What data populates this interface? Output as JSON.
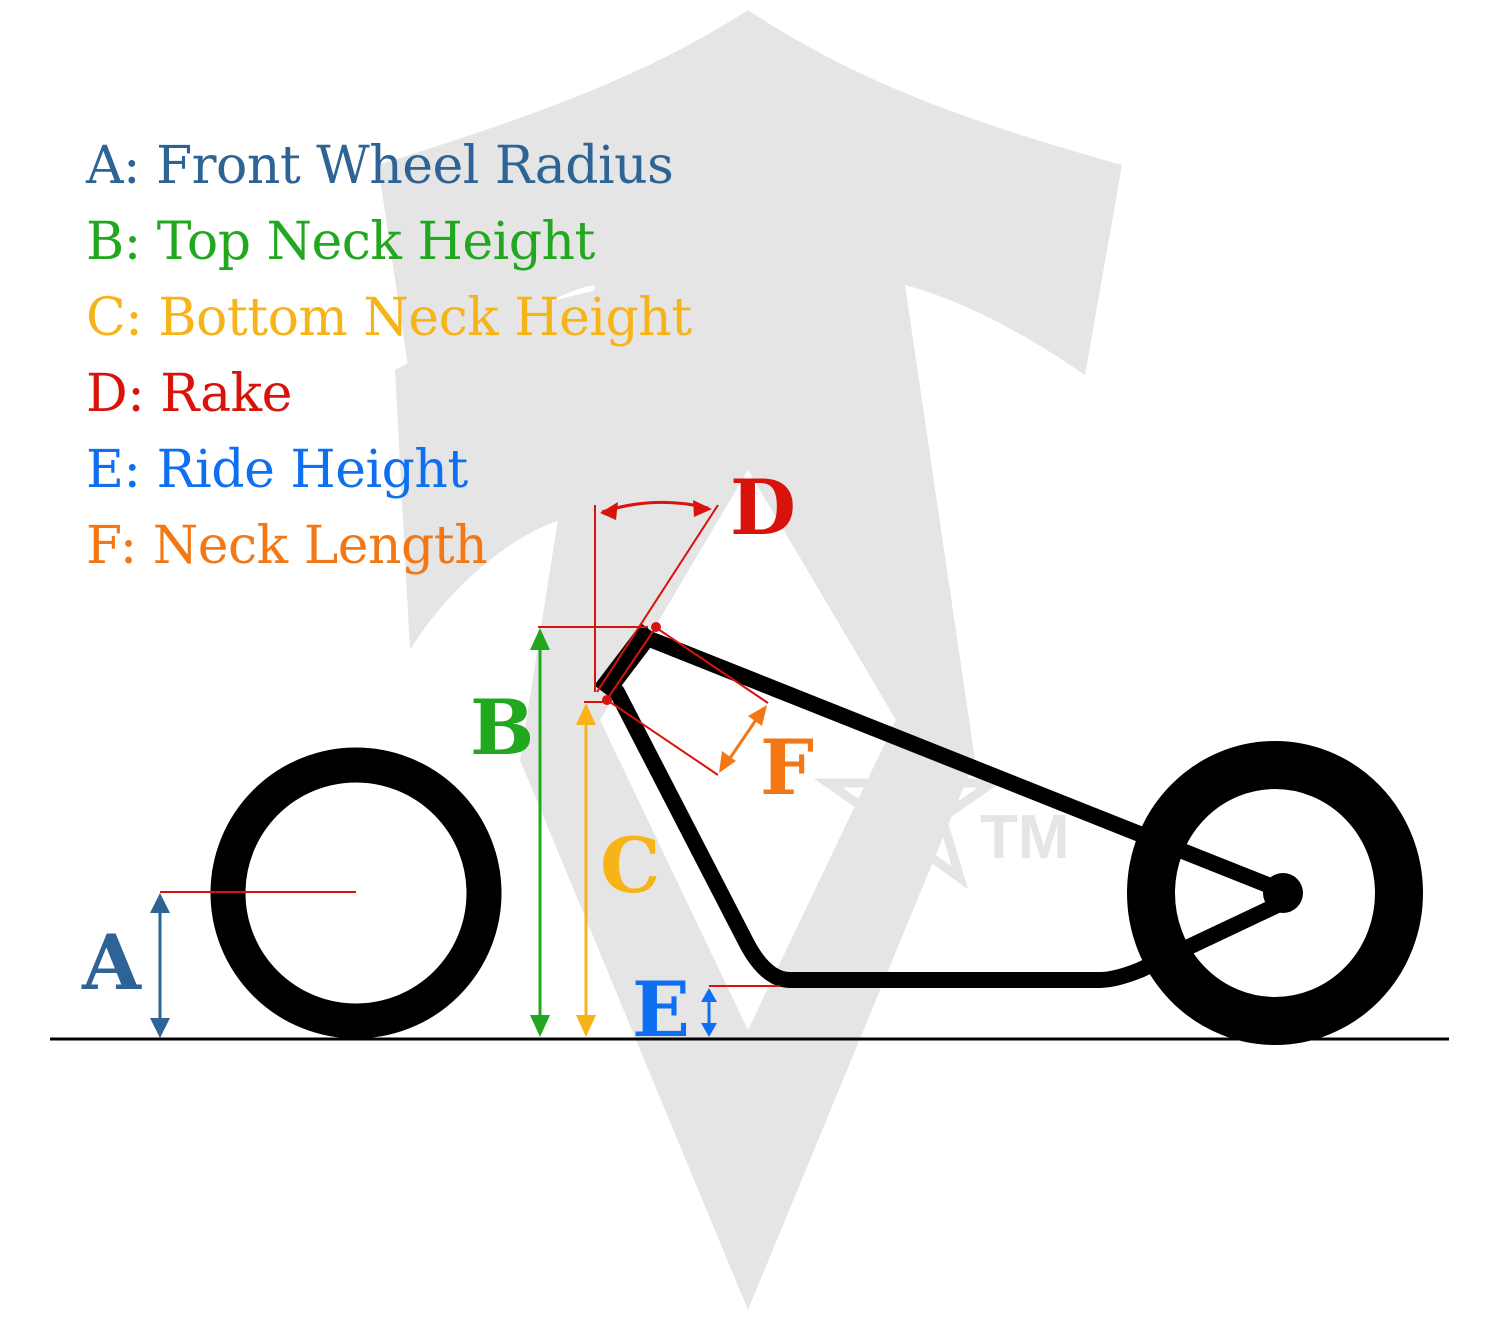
{
  "legend": {
    "items": [
      {
        "key": "A",
        "text": "A: Front Wheel Radius",
        "color": "#2d6395"
      },
      {
        "key": "B",
        "text": "B: Top Neck Height",
        "color": "#22a81e"
      },
      {
        "key": "C",
        "text": "C: Bottom Neck Height",
        "color": "#f7b419"
      },
      {
        "key": "D",
        "text": "D: Rake",
        "color": "#d8130c"
      },
      {
        "key": "E",
        "text": "E: Ride Height",
        "color": "#0f6ff2"
      },
      {
        "key": "F",
        "text": "F: Neck Length",
        "color": "#f37815"
      }
    ]
  },
  "labels": {
    "A": "A",
    "B": "B",
    "C": "C",
    "D": "D",
    "E": "E",
    "F": "F"
  },
  "watermark": {
    "mark": "TM",
    "color": "#e6e5e6"
  },
  "colors": {
    "frame": "#000000",
    "ground": "#000000",
    "background": "#ffffff"
  }
}
